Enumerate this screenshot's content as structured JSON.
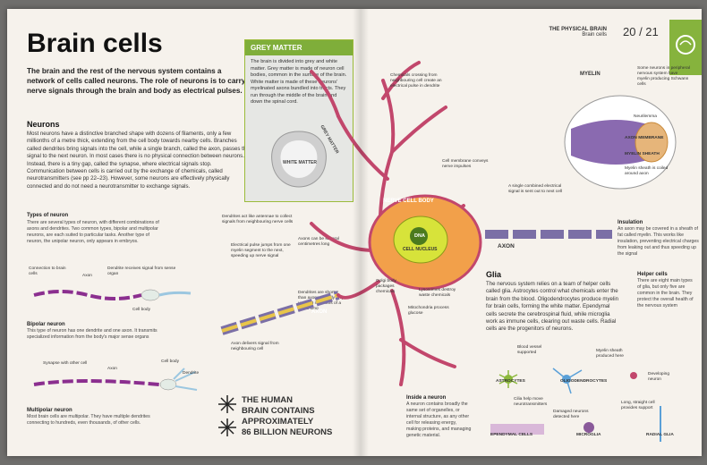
{
  "left": {
    "title": "Brain cells",
    "intro": "The brain and the rest of the nervous system contains a network of cells called neurons. The role of neurons is to carry nerve signals through the brain and body as electrical pulses.",
    "neurons_heading": "Neurons",
    "neurons_text": "Most neurons have a distinctive branched shape with dozens of filaments, only a few millionths of a metre thick, extending from the cell body towards nearby cells. Branches called dendrites bring signals into the cell, while a single branch, called the axon, passes the signal to the next neuron. In most cases there is no physical connection between neurons. Instead, there is a tiny gap, called the synapse, where electrical signals stop. Communication between cells is carried out by the exchange of chemicals, called neurotransmitters (see pp 22–23). However, some neurons are effectively physically connected and do not need a neurotransmitter to exchange signals.",
    "types_heading": "Types of neuron",
    "types_text": "There are several types of neuron, with different combinations of axons and dendrites. Two common types, bipolar and multipolar neurons, are each suited to particular tasks. Another type of neuron, the unipolar neuron, only appears in embryos.",
    "uni_labels": [
      "Connection to brain cells",
      "Axon",
      "Dendrite receives signal from sense organ",
      "Cell body"
    ],
    "bipolar_heading": "Bipolar neuron",
    "bipolar_text": "This type of neuron has one dendrite and one axon. It transmits specialized information from the body's major sense organs",
    "multi_labels": [
      "Synapse with other cell",
      "Axon",
      "Cell body",
      "Dendrite"
    ],
    "multipolar_heading": "Multipolar neuron",
    "multipolar_text": "Most brain cells are multipolar. They have multiple dendrites connecting to hundreds, even thousands, of other cells.",
    "grey_matter": {
      "title": "GREY MATTER",
      "text": "The brain is divided into grey and white matter. Grey matter is made of neuron cell bodies, common in the surface of the brain. White matter is made of these neurons' myelinated axons bundled into tracts. They run through the middle of the brain and down the spinal cord.",
      "white_label": "WHITE MATTER",
      "grey_label": "GREY MATTER"
    },
    "diagram_labels": {
      "dendrites": "Dendrites act like antennae to collect signals from neighbouring nerve cells",
      "pulses": "Electrical pulse jumps from one myelin segment to the next, speeding up nerve signal",
      "axons": "Axons can be several centimetres long",
      "dendrites_short": "Dendrites are shorter than axons, usually only up to 50 millionths of a metre long",
      "axon_delivers": "Axon delivers signal from neighbouring cell",
      "axon": "AXON"
    },
    "callout": [
      "THE HUMAN",
      "BRAIN CONTAINS",
      "APPROXIMATELY",
      "86 BILLION NEURONS"
    ]
  },
  "right": {
    "header": "THE PHYSICAL BRAIN",
    "subheader": "Brain cells",
    "page_numbers": "20 / 21",
    "labels": {
      "chemicals": "Chemicals crossing from neighbouring cell create an electrical pulse in dendrite",
      "myelin": "MYELIN",
      "myelin_desc": "Some neurons in peripheral nervous system have myelin producing Schwann cells",
      "neurilemma": "Neurilemma",
      "axon_membrane": "AXON MEMBRANE",
      "myelin_sheath": "MYELIN SHEATH",
      "myelin_sheath_desc": "Myelin sheath is coiled around axon",
      "membrane": "Cell membrane conveys nerve impulses",
      "single_signal": "A single combined electrical signal is sent out to next cell",
      "cell_body": "NERVE CELL BODY",
      "dna": "DNA",
      "nucleus": "CELL NUCLEUS",
      "golgi": "Golgi body packages chemicals",
      "lysosomes": "Lysosomes destroy waste chemicals",
      "mitochondria": "Mitochondria process glucose",
      "axon": "AXON",
      "insulation_heading": "Insulation",
      "insulation_text": "An axon may be covered in a sheath of fat called myelin. This works like insulation, preventing electrical charges from leaking out and thus speeding up the signal",
      "inside_heading": "Inside a neuron",
      "inside_text": "A neuron contains broadly the same set of organelles, or internal structure, as any other cell for releasing energy, making proteins, and managing genetic material."
    },
    "glia": {
      "heading": "Glia",
      "text": "The nervous system relies on a team of helper cells called glia. Astrocytes control what chemicals enter the brain from the blood. Oligodendrocytes produce myelin for brain cells, forming the white matter. Ependymal cells secrete the cerebrospinal fluid, while microglia work as immune cells, clearing out waste cells. Radial cells are the progenitors of neurons.",
      "helper_heading": "Helper cells",
      "helper_text": "There are eight main types of glia, but only five are common in the brain. They protect the overall health of the nervous system",
      "cell_labels": [
        "ASTROCYTES",
        "OLIGODENDROCYTES",
        "EPENDYMAL CELLS",
        "MICROGLIA",
        "RADIAL GLIA"
      ],
      "notes": [
        "Blood vessel supported",
        "Myelin sheath produced here",
        "Developing neuron",
        "Cilia help move neurotransmitters",
        "Damaged neurons detected here",
        "Long, straight cell provides support"
      ]
    }
  }
}
